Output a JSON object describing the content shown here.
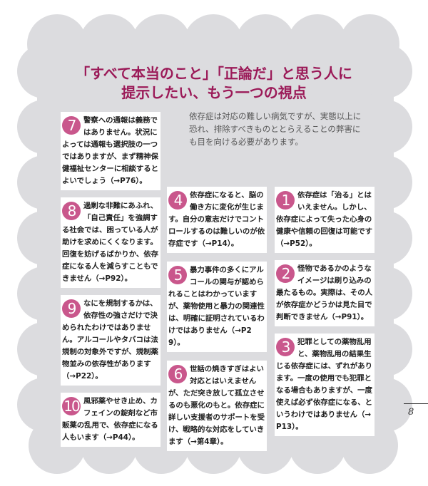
{
  "title": {
    "line1": "「すべて本当のこと」「正論だ」と思う人に",
    "line2": "提示したい、もう一つの視点"
  },
  "intro": "依存症は対応の難しい病気ですが、実態以上に恐れ、排除すべきものととらえることの弊害にも目を向ける必要があります。",
  "accent_color": "#c9578c",
  "title_color": "#9b1a58",
  "items": [
    {
      "num": "1",
      "text": "依存症は「治る」とはいえません。しかし、依存症によって失った心身の健康や信頼の回復は可能です（→P52）。"
    },
    {
      "num": "2",
      "text": "怪物であるかのようなイメージは刷り込みの最たるもの。実際は、その人が依存症かどうかは見た目で判断できません（→P91）。"
    },
    {
      "num": "3",
      "text": "犯罪としての薬物乱用と、薬物乱用の結果生じる依存症には、ずれがあります。一度の使用でも犯罪となる場合もありますが、一度使えば必ず依存症になる、というわけではありません（→P13）。"
    },
    {
      "num": "4",
      "text": "依存症になると、脳の働き方に変化が生じます。自分の意志だけでコントロールするのは難しいのが依存症です（→P14）。"
    },
    {
      "num": "5",
      "text": "暴力事件の多くにアルコールの関与が認められることはわかっていますが、薬物使用と暴力の関連性は、明確に証明されているわけではありません（→P29）。"
    },
    {
      "num": "6",
      "text": "世話の焼きすぎはよい対応とはいえませんが、ただ突き放して孤立させるのも悪化のもと。依存症に詳しい支援者のサポートを受け、戦略的な対応をしていきます（→第4章）。"
    },
    {
      "num": "7",
      "text": "警察への通報は義務ではありません。状況によっては通報も選択肢の一つではありますが、まず精神保健福祉センターに相談するとよいでしょう（→P76）。"
    },
    {
      "num": "8",
      "text": "過剰な非難にあふれ、「自己責任」を強調する社会では、困っている人が助けを求めにくくなります。回復を妨げるばかりか、依存症になる人を減らすこともできません（→P92）。"
    },
    {
      "num": "9",
      "text": "なにを規制するかは、依存性の強さだけで決められたわけではありません。アルコールやタバコは法規制の対象外ですが、規制薬物並みの依存性があります（→P22）。"
    },
    {
      "num": "10",
      "text": "風邪薬やせき止め、カフェインの錠剤など市販薬の乱用で、依存症になる人もいます（→P44）。"
    }
  ],
  "page_number": "8"
}
